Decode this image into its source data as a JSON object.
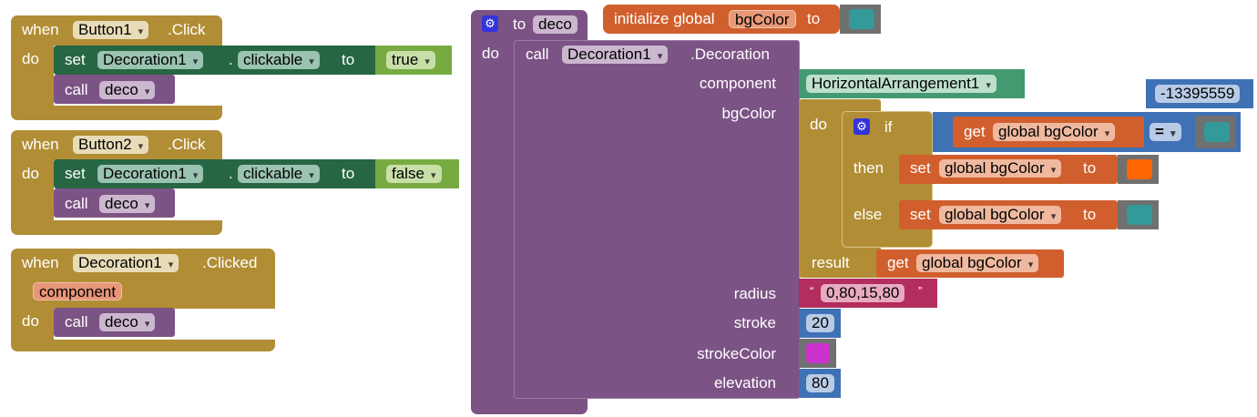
{
  "events": [
    {
      "keyword_when": "when",
      "component": "Button1",
      "event": ".Click",
      "keyword_do": "do",
      "set": {
        "keyword": "set",
        "component": "Decoration1",
        "property": "clickable",
        "keyword_to": "to",
        "value": "true"
      },
      "call": {
        "keyword": "call",
        "procedure": "deco"
      }
    },
    {
      "keyword_when": "when",
      "component": "Button2",
      "event": ".Click",
      "keyword_do": "do",
      "set": {
        "keyword": "set",
        "component": "Decoration1",
        "property": "clickable",
        "keyword_to": "to",
        "value": "false"
      },
      "call": {
        "keyword": "call",
        "procedure": "deco"
      }
    },
    {
      "keyword_when": "when",
      "component": "Decoration1",
      "event": ".Clicked",
      "param": "component",
      "keyword_do": "do",
      "call": {
        "keyword": "call",
        "procedure": "deco"
      }
    }
  ],
  "procedure": {
    "keyword_to": "to",
    "name": "deco",
    "keyword_do": "do",
    "call": {
      "keyword": "call",
      "component": "Decoration1",
      "method": ".Decoration"
    },
    "args": {
      "component": {
        "label": "component",
        "value": "HorizontalArrangement1"
      },
      "bgColor": {
        "label": "bgColor"
      },
      "radius": {
        "label": "radius",
        "value": "0,80,15,80",
        "open_quote": "“",
        "close_quote": "”"
      },
      "stroke": {
        "label": "stroke",
        "value": "20"
      },
      "strokeColor": {
        "label": "strokeColor",
        "color": "#cc33cc"
      },
      "elevation": {
        "label": "elevation",
        "value": "80"
      }
    },
    "do_result": {
      "keyword_do": "do",
      "keyword_result": "result",
      "if": {
        "keyword_if": "if",
        "keyword_then": "then",
        "keyword_else": "else",
        "condition": {
          "keyword_get": "get",
          "variable": "global bgColor",
          "operator": "=",
          "compare_color": "#339999"
        },
        "then_set": {
          "keyword": "set",
          "variable": "global bgColor",
          "keyword_to": "to",
          "color": "#ff6600"
        },
        "else_set": {
          "keyword": "set",
          "variable": "global bgColor",
          "keyword_to": "to",
          "color": "#339999"
        }
      },
      "result_get": {
        "keyword_get": "get",
        "variable": "global bgColor"
      }
    }
  },
  "global_init": {
    "keyword": "initialize global",
    "name": "bgColor",
    "keyword_to": "to",
    "color": "#339999"
  },
  "loose_number": {
    "value": "-13395559"
  },
  "colors": {
    "event": "#b18e35",
    "setter": "#266643",
    "procedure": "#7c5385",
    "variable": "#d05f2d",
    "math": "#3f71b5",
    "text": "#b32d5e",
    "logic": "#77ab41",
    "component": "#439970"
  }
}
